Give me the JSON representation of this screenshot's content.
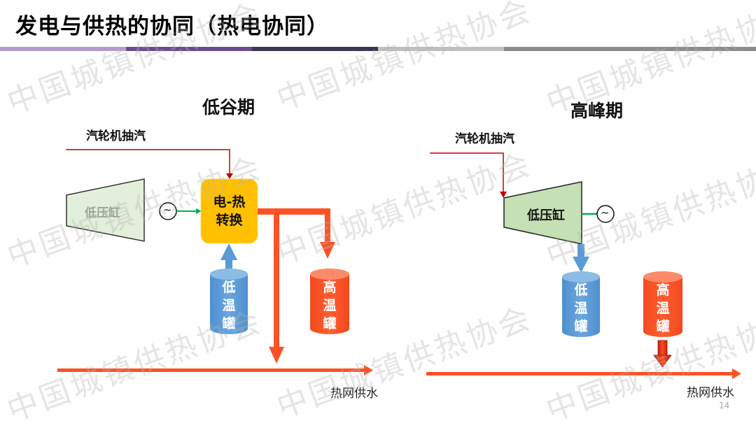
{
  "title": "发电与供热的协同（热电协同）",
  "watermark": "中国城镇供热协会",
  "colors": {
    "steam_line": "#c00000",
    "hot_flow": "#fc5226",
    "cold_flow": "#5b9bd5",
    "converter": "#ffc000",
    "turbine_faded": "#e2efda",
    "turbine": "#c5e0b4",
    "electric_link": "#00b050"
  },
  "left_panel": {
    "phase_title": "低谷期",
    "steam_label": "汽轮机抽汽",
    "turbine_label": "低压缸",
    "generator_symbol": "~",
    "converter_label_line1": "电-热",
    "converter_label_line2": "转换",
    "cold_tank_label": "低温罐",
    "hot_tank_label": "高温罐",
    "network_label": "热网供水"
  },
  "right_panel": {
    "phase_title": "高峰期",
    "steam_label": "汽轮机抽汽",
    "turbine_label": "低压缸",
    "generator_symbol": "~",
    "cold_tank_label": "低温罐",
    "hot_tank_label": "高温罐",
    "network_label": "热网供水"
  },
  "page_number": "14"
}
